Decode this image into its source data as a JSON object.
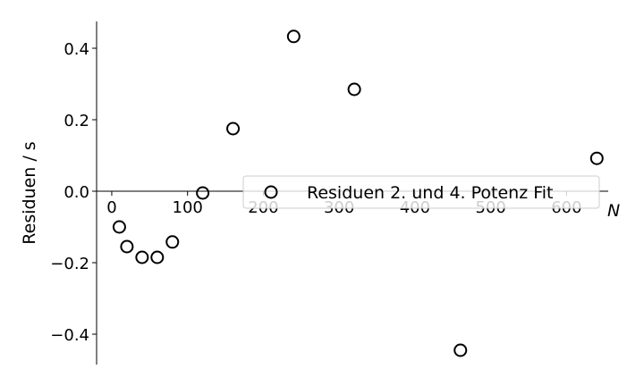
{
  "chart_data": {
    "type": "scatter",
    "xlabel": "N",
    "ylabel": "Residuen / s",
    "xlim": [
      -20,
      655
    ],
    "ylim": [
      -0.485,
      0.475
    ],
    "x_ticks": [
      0,
      100,
      200,
      300,
      400,
      500,
      600
    ],
    "y_ticks": [
      -0.4,
      -0.2,
      0.0,
      0.2,
      0.4
    ],
    "x_tick_labels": [
      "0",
      "100",
      "200",
      "300",
      "400",
      "500",
      "600"
    ],
    "y_tick_labels": [
      "−0.4",
      "−0.2",
      "0.0",
      "0.2",
      "0.4"
    ],
    "grid": false,
    "legend_position": "center-right",
    "marker": "open-circle",
    "colors": {
      "marker_edge": "#000000",
      "axes": "#000000",
      "legend_border": "#cccccc"
    },
    "series": [
      {
        "name": "Residuen 2. und 4. Potenz Fit",
        "x": [
          10,
          20,
          40,
          60,
          80,
          120,
          160,
          240,
          320,
          460,
          640
        ],
        "y": [
          -0.1,
          -0.155,
          -0.185,
          -0.185,
          -0.142,
          -0.005,
          0.175,
          0.433,
          0.285,
          -0.445,
          0.092
        ]
      }
    ]
  }
}
